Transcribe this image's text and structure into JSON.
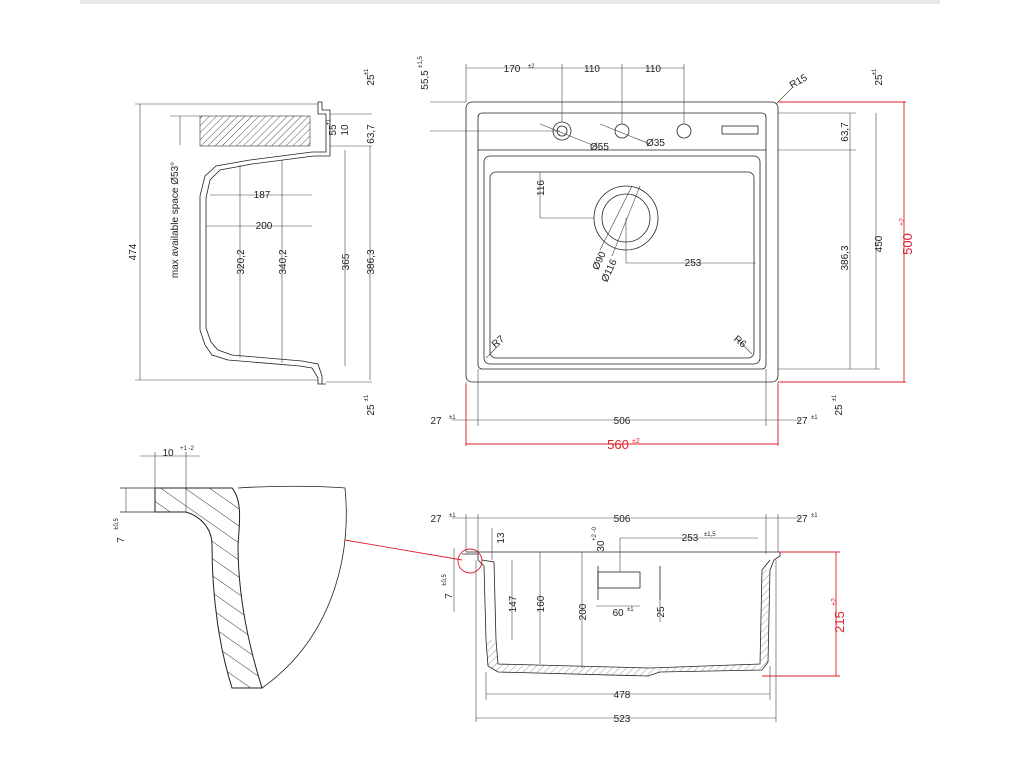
{
  "colors": {
    "line": "#222222",
    "highlight": "#e0202a",
    "hatch": "#555555"
  },
  "side_section": {
    "label_available_space": "max available space Ø53°",
    "dims": {
      "total_height": "474",
      "top_offset": "25",
      "top_offset_tol": "±1",
      "bottom_offset": "25",
      "bottom_offset_tol": "±1",
      "depth_63": "63,7",
      "w_187": "187",
      "w_200": "200",
      "h_320": "320,2",
      "h_340": "340,2",
      "h_365": "365",
      "h_386": "386,3",
      "d_55": "55",
      "d_55_tol": "±1",
      "d_10": "10"
    }
  },
  "top_view": {
    "dims": {
      "w_170": "170",
      "w_170_tol": "±2",
      "w_110a": "110",
      "w_110b": "110",
      "h_55": "55,5",
      "h_55_tol": "±1,5",
      "r15": "R15",
      "top_25": "25",
      "top_25_tol": "±1",
      "d_63": "63,7",
      "hole_55": "Ø55",
      "hole_35": "Ø35",
      "h_116": "116",
      "drain_90": "Ø90",
      "drain_116": "Ø116",
      "w_253": "253",
      "h_386": "386,3",
      "h_450": "450",
      "h_500": "500",
      "h_500_tol": "±2",
      "r7": "R7",
      "r6": "R6",
      "left_27": "27",
      "left_27_tol": "±1",
      "w_506": "506",
      "right_27": "27",
      "right_27_tol": "±1",
      "bottom_25": "25",
      "bottom_25_tol": "±1",
      "w_560": "560",
      "w_560_tol": "±2"
    }
  },
  "detail_view": {
    "dims": {
      "w_10": "10",
      "w_10_tol": "+1 -2",
      "h_7": "7",
      "h_7_tol": "±0,5"
    }
  },
  "front_section": {
    "dims": {
      "left_27": "27",
      "left_27_tol": "±1",
      "w_506": "506",
      "right_27": "27",
      "right_27_tol": "±1",
      "h_13": "13",
      "h_30": "30",
      "h_30_tol": "+2 -0",
      "w_253": "253",
      "w_253_tol": "±1,5",
      "h_7": "7",
      "h_7_tol": "±0,5",
      "h_147": "147",
      "h_160": "160",
      "h_200": "200",
      "w_60": "60",
      "w_60_tol": "±1",
      "h_25": "25",
      "h_215": "215",
      "h_215_tol": "±2",
      "w_478": "478",
      "w_523": "523"
    }
  }
}
